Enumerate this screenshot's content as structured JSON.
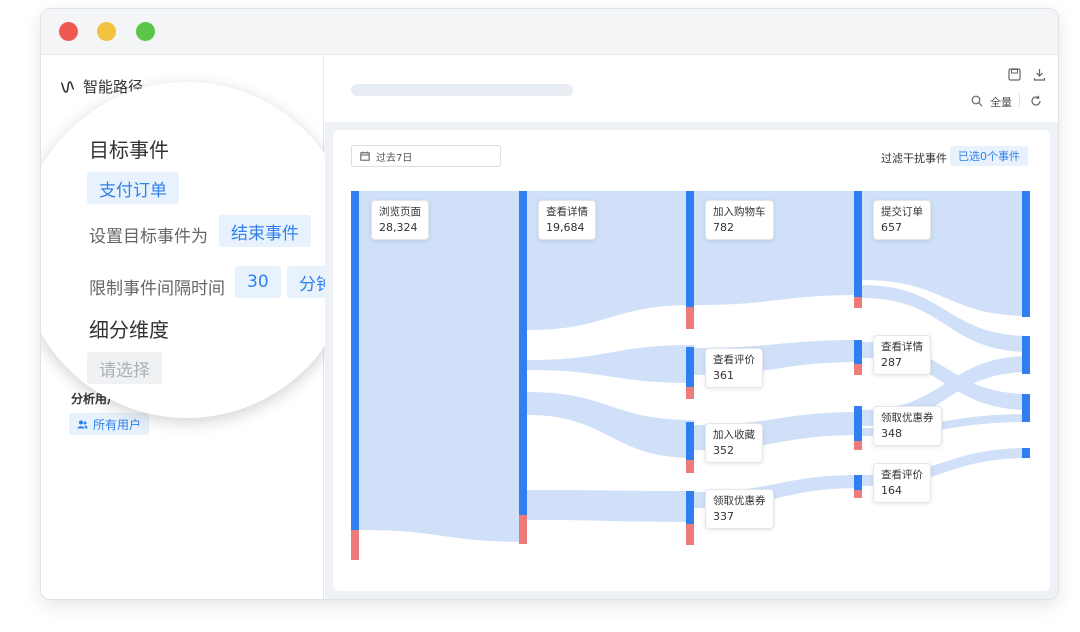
{
  "window": {
    "controls": [
      "close",
      "minimize",
      "maximize"
    ]
  },
  "sidebar": {
    "brand": "智能路径",
    "segment_title": "分析用户群",
    "segment_value": "所有用户"
  },
  "magnifier": {
    "target_event_title": "目标事件",
    "target_event_value": "支付订单",
    "set_as_label": "设置目标事件为",
    "set_as_value": "结束事件",
    "interval_label": "限制事件间隔时间",
    "interval_value": "30",
    "interval_unit": "分钟",
    "breakdown_title": "细分维度",
    "breakdown_placeholder": "请选择"
  },
  "toolbar": {
    "full_label": "全量",
    "icons": [
      "save-icon",
      "download-icon",
      "search-icon",
      "refresh-icon"
    ]
  },
  "filters": {
    "date_range": "过去7日",
    "filter_label": "过滤干扰事件",
    "filter_value": "已选0个事件"
  },
  "colors": {
    "node": "#2f7ff0",
    "dropoff": "#ef7a7a",
    "flow": "#cfe0f8",
    "accent": "#2f80ed"
  },
  "sankey": {
    "nodes": [
      {
        "id": "n0",
        "label": "浏览页面",
        "value": "28,324"
      },
      {
        "id": "n1",
        "label": "查看详情",
        "value": "19,684"
      },
      {
        "id": "n2a",
        "label": "加入购物车",
        "value": "782"
      },
      {
        "id": "n2b",
        "label": "查看评价",
        "value": "361"
      },
      {
        "id": "n2c",
        "label": "加入收藏",
        "value": "352"
      },
      {
        "id": "n2d",
        "label": "领取优惠券",
        "value": "337"
      },
      {
        "id": "n3a",
        "label": "提交订单",
        "value": "657"
      },
      {
        "id": "n3b",
        "label": "查看详情",
        "value": "287"
      },
      {
        "id": "n3c",
        "label": "领取优惠券",
        "value": "348"
      },
      {
        "id": "n3d",
        "label": "查看评价",
        "value": "164"
      }
    ]
  }
}
